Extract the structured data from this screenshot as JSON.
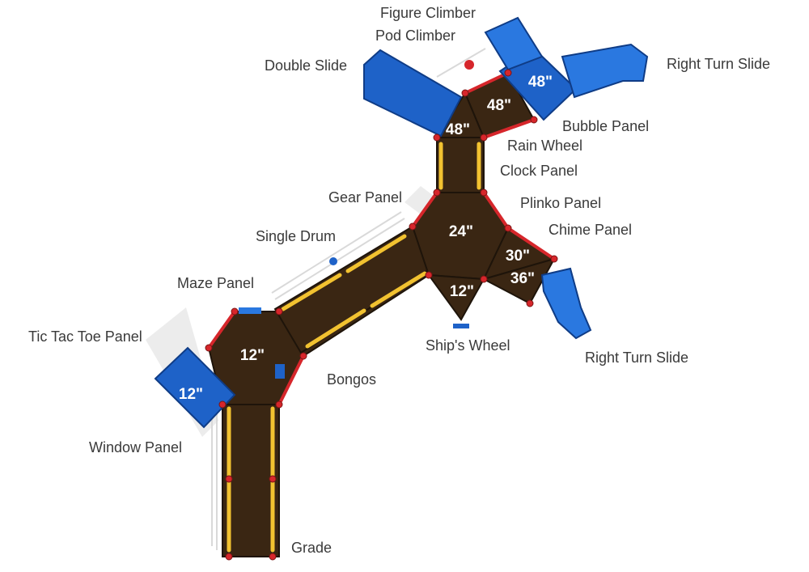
{
  "labels": {
    "figure_climber": "Figure Climber",
    "pod_climber": "Pod Climber",
    "double_slide": "Double Slide",
    "right_turn_slide_top": "Right Turn Slide",
    "bubble_panel": "Bubble Panel",
    "rain_wheel": "Rain Wheel",
    "clock_panel": "Clock Panel",
    "gear_panel": "Gear Panel",
    "plinko_panel": "Plinko Panel",
    "chime_panel": "Chime Panel",
    "single_drum": "Single Drum",
    "maze_panel": "Maze Panel",
    "tic_tac_toe_panel": "Tic Tac Toe Panel",
    "ships_wheel": "Ship's Wheel",
    "right_turn_slide_bottom": "Right Turn Slide",
    "bongos": "Bongos",
    "window_panel": "Window Panel",
    "grade": "Grade"
  },
  "heights": {
    "roof_top_right": "48\"",
    "deck_top_right": "48\"",
    "deck_top_left": "48\"",
    "deck_center": "24\"",
    "deck_30": "30\"",
    "deck_36": "36\"",
    "deck_12_center": "12\"",
    "deck_12_left": "12\"",
    "roof_12_left": "12\""
  },
  "colors": {
    "deck": "#3a2613",
    "plastic_blue": "#1e62c8",
    "rail_yellow": "#f2c230",
    "post_red": "#d6262b"
  }
}
